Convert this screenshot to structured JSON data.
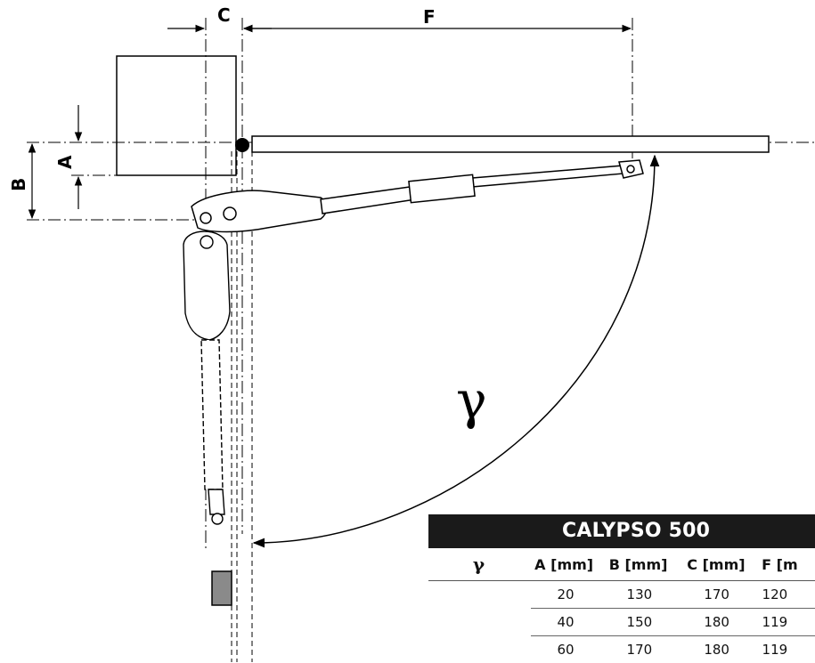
{
  "dimensions": {
    "c": "C",
    "f": "F",
    "a": "A",
    "b": "B"
  },
  "angle_symbol": "γ",
  "table": {
    "title": "CALYPSO 500",
    "columns": [
      "γ",
      "A [mm]",
      "B [mm]",
      "C [mm]",
      "F [m"
    ],
    "rows": [
      {
        "a": "20",
        "b": "130",
        "c": "170",
        "f": "120"
      },
      {
        "a": "40",
        "b": "150",
        "c": "180",
        "f": "119"
      },
      {
        "a": "60",
        "b": "170",
        "c": "180",
        "f": "119"
      }
    ]
  },
  "colors": {
    "line": "#000000",
    "arm_fill": "#ffffff",
    "stop_block": "#8a8a8a",
    "table_title_bg": "#1a1a1a"
  }
}
